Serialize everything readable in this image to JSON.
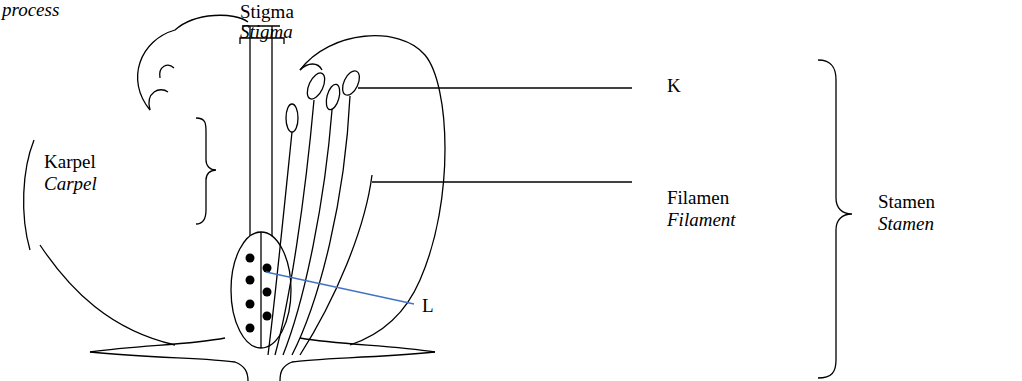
{
  "diagram": {
    "labels": [
      "process",
      "Stigma",
      "Stigma",
      "Karpel",
      "Carpel",
      "K",
      "Filamen",
      "Filament",
      "L",
      "Stamen",
      "Stamen"
    ]
  }
}
